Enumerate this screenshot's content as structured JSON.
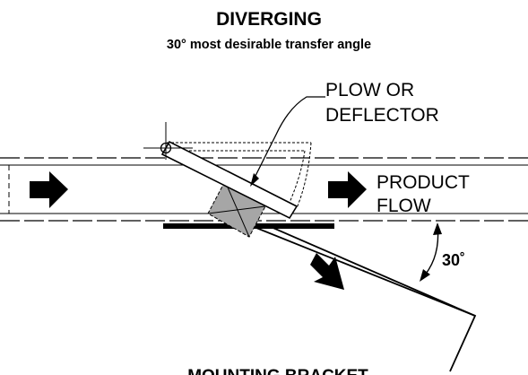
{
  "title": "DIVERGING",
  "subtitle": "30° most desirable transfer angle",
  "labels": {
    "plow_line1": "PLOW OR",
    "plow_line2": "DEFLECTOR",
    "flow_line1": "PRODUCT",
    "flow_line2": "FLOW",
    "angle": "30˚",
    "bottom": "MOUNTING BRACKET"
  },
  "icons": {
    "flow_arrows": "right-arrow-icon",
    "diverted_arrow": "diagonal-arrow-icon",
    "pivot": "pivot-crosshair-icon"
  },
  "colors": {
    "ink": "#000000",
    "deflector_fill": "#a6a6a6"
  }
}
